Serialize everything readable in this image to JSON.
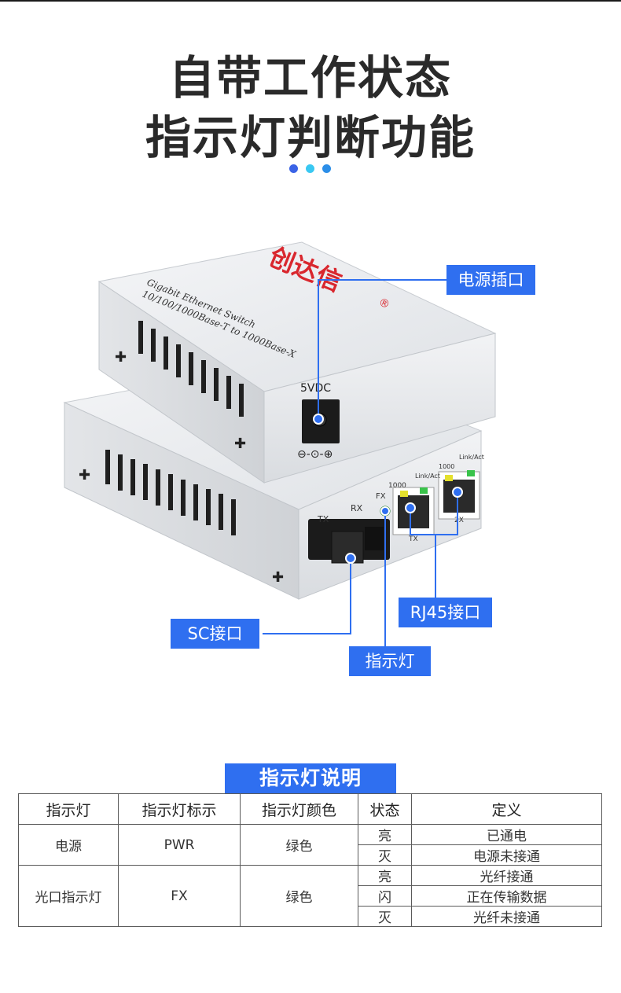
{
  "headline": {
    "line1": "自带工作状态",
    "line2": "指示灯判断功能"
  },
  "dots": [
    "#3a63e6",
    "#39c8f2",
    "#2b8ee8"
  ],
  "product": {
    "brand": "创达信",
    "registered_mark": "®",
    "model_line1": "Gigabit Ethernet Switch",
    "model_line2": "10/100/1000Base-T to 1000Base-X",
    "power_label": "5VDC",
    "polarity": "⊖-⊙-⊕",
    "port_tx": "TX",
    "port_rx": "RX",
    "led_fx": "FX",
    "led_1000": "1000",
    "rj45_left_link": "Link/Act",
    "rj45_left_speed": "1000",
    "rj45_right_link": "Link/Act",
    "rj45_tx": "TX",
    "rj45_2x": "2X"
  },
  "callouts": {
    "power": "电源插口",
    "rj45": "RJ45接口",
    "sc": "SC接口",
    "indicator": "指示灯"
  },
  "table": {
    "title": "指示灯说明",
    "headers": [
      "指示灯",
      "指示灯标示",
      "指示灯颜色",
      "状态",
      "定义"
    ],
    "power": {
      "name": "电源",
      "mark": "PWR",
      "color": "绿色",
      "rows": [
        {
          "state": "亮",
          "def": "已通电"
        },
        {
          "state": "灭",
          "def": "电源未接通"
        }
      ]
    },
    "fiber": {
      "name": "光口指示灯",
      "mark": "FX",
      "color": "绿色",
      "rows": [
        {
          "state": "亮",
          "def": "光纤接通"
        },
        {
          "state": "闪",
          "def": "正在传输数据"
        },
        {
          "state": "灭",
          "def": "光纤未接通"
        }
      ]
    }
  },
  "accent_color": "#2f6ff0"
}
